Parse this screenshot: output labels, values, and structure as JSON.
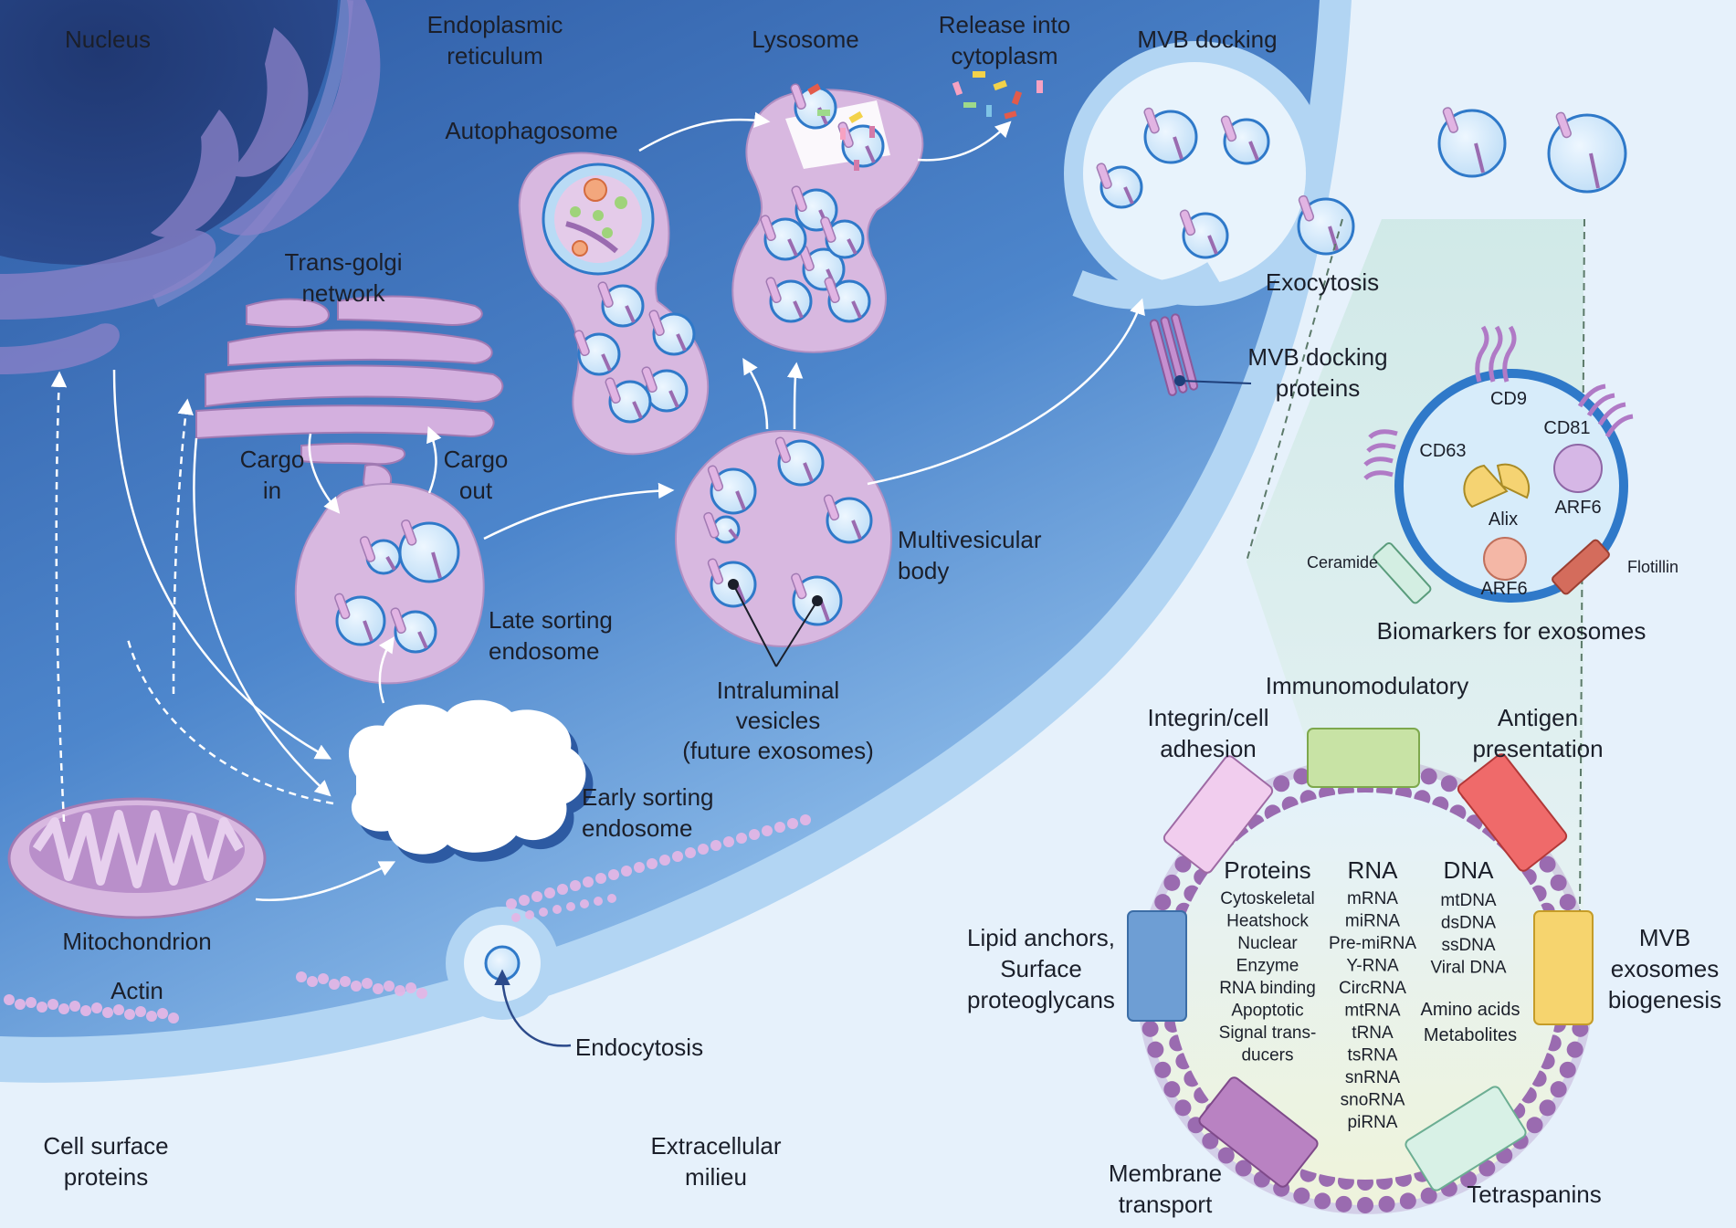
{
  "labels": {
    "nucleus": "Nucleus",
    "er": [
      "Endoplasmic",
      "reticulum"
    ],
    "lysosome": "Lysosome",
    "release": [
      "Release into",
      "cytoplasm"
    ],
    "mvb_docking": "MVB docking",
    "autophagosome": "Autophagosome",
    "trans_golgi": [
      "Trans-golgi",
      "network"
    ],
    "exocytosis": "Exocytosis",
    "mvb_docking_proteins": [
      "MVB docking",
      "proteins"
    ],
    "cargo_in": [
      "Cargo",
      "in"
    ],
    "cargo_out": [
      "Cargo",
      "out"
    ],
    "multivesicular_body": [
      "Multivesicular",
      "body"
    ],
    "late_sorting_endosome": [
      "Late sorting",
      "endosome"
    ],
    "intraluminal_vesicles": [
      "Intraluminal",
      "vesicles",
      "(future exosomes)"
    ],
    "early_sorting_endosome": [
      "Early sorting",
      "endosome"
    ],
    "mitochondrion": "Mitochondrion",
    "actin": "Actin",
    "endocytosis": "Endocytosis",
    "cell_surface_proteins": [
      "Cell surface",
      "proteins"
    ],
    "extracellular_milieu": [
      "Extracellular",
      "milieu"
    ]
  },
  "biomarkers": {
    "title": "Biomarkers for exosomes",
    "cd9": "CD9",
    "cd63": "CD63",
    "cd81": "CD81",
    "alix": "Alix",
    "arf6_top": "ARF6",
    "arf6_bottom": "ARF6",
    "ceramide": "Ceramide",
    "flotillin": "Flotillin"
  },
  "exosome": {
    "immunomodulatory": "Immunomodulatory",
    "integrin": [
      "Integrin/cell",
      "adhesion"
    ],
    "antigen": [
      "Antigen",
      "presentation"
    ],
    "lipid_anchors": [
      "Lipid anchors,",
      "Surface",
      "proteoglycans"
    ],
    "mvb_biogenesis": [
      "MVB",
      "exosomes",
      "biogenesis"
    ],
    "membrane_transport": [
      "Membrane",
      "transport"
    ],
    "tetraspanins": "Tetraspanins",
    "proteins_header": "Proteins",
    "proteins": [
      "Cytoskeletal",
      "Heatshock",
      "Nuclear",
      "Enzyme",
      "RNA binding",
      "Apoptotic",
      "Signal trans-",
      "ducers"
    ],
    "rna_header": "RNA",
    "rna": [
      "mRNA",
      "miRNA",
      "Pre-miRNA",
      "Y-RNA",
      "CircRNA",
      "mtRNA",
      "tRNA",
      "tsRNA",
      "snRNA",
      "snoRNA",
      "piRNA"
    ],
    "dna_header": "DNA",
    "dna": [
      "mtDNA",
      "dsDNA",
      "ssDNA",
      "Viral DNA"
    ],
    "amino_acids": "Amino acids",
    "metabolites": "Metabolites"
  },
  "colors": {
    "cytoplasm_dark": "#2f5fa8",
    "cytoplasm_light": "#9cc4ec",
    "membrane": "#a9d0f2",
    "organelle": "#d8b8e0",
    "organelle_dark": "#a17ab3",
    "lipid_head": "#9a6bb0",
    "nucleus": "#243f7a",
    "vesicle_ring": "#2f79c9",
    "vesicle_fill": "#d9ecfb"
  }
}
